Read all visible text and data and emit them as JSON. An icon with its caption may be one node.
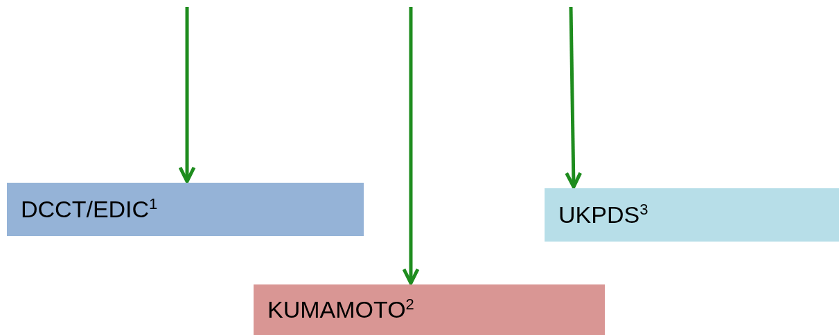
{
  "diagram": {
    "nodes": [
      {
        "text": [
          "DCCT/EDIC$^{1}$"
        ]
      },
      {
        "text": [
          "KUMAMOTO$^{2}$"
        ]
      },
      {
        "text": [
          "UKPDS$^{3}$"
        ]
      }
    ],
    "edges": [
      {
        "from": null,
        "to": 0,
        "arrow": "to",
        "color": "#1e8c1e"
      },
      {
        "from": null,
        "to": 1,
        "arrow": "to",
        "color": "#1e8c1e"
      },
      {
        "from": null,
        "to": 2,
        "arrow": "to",
        "color": "#1e8c1e"
      }
    ]
  }
}
